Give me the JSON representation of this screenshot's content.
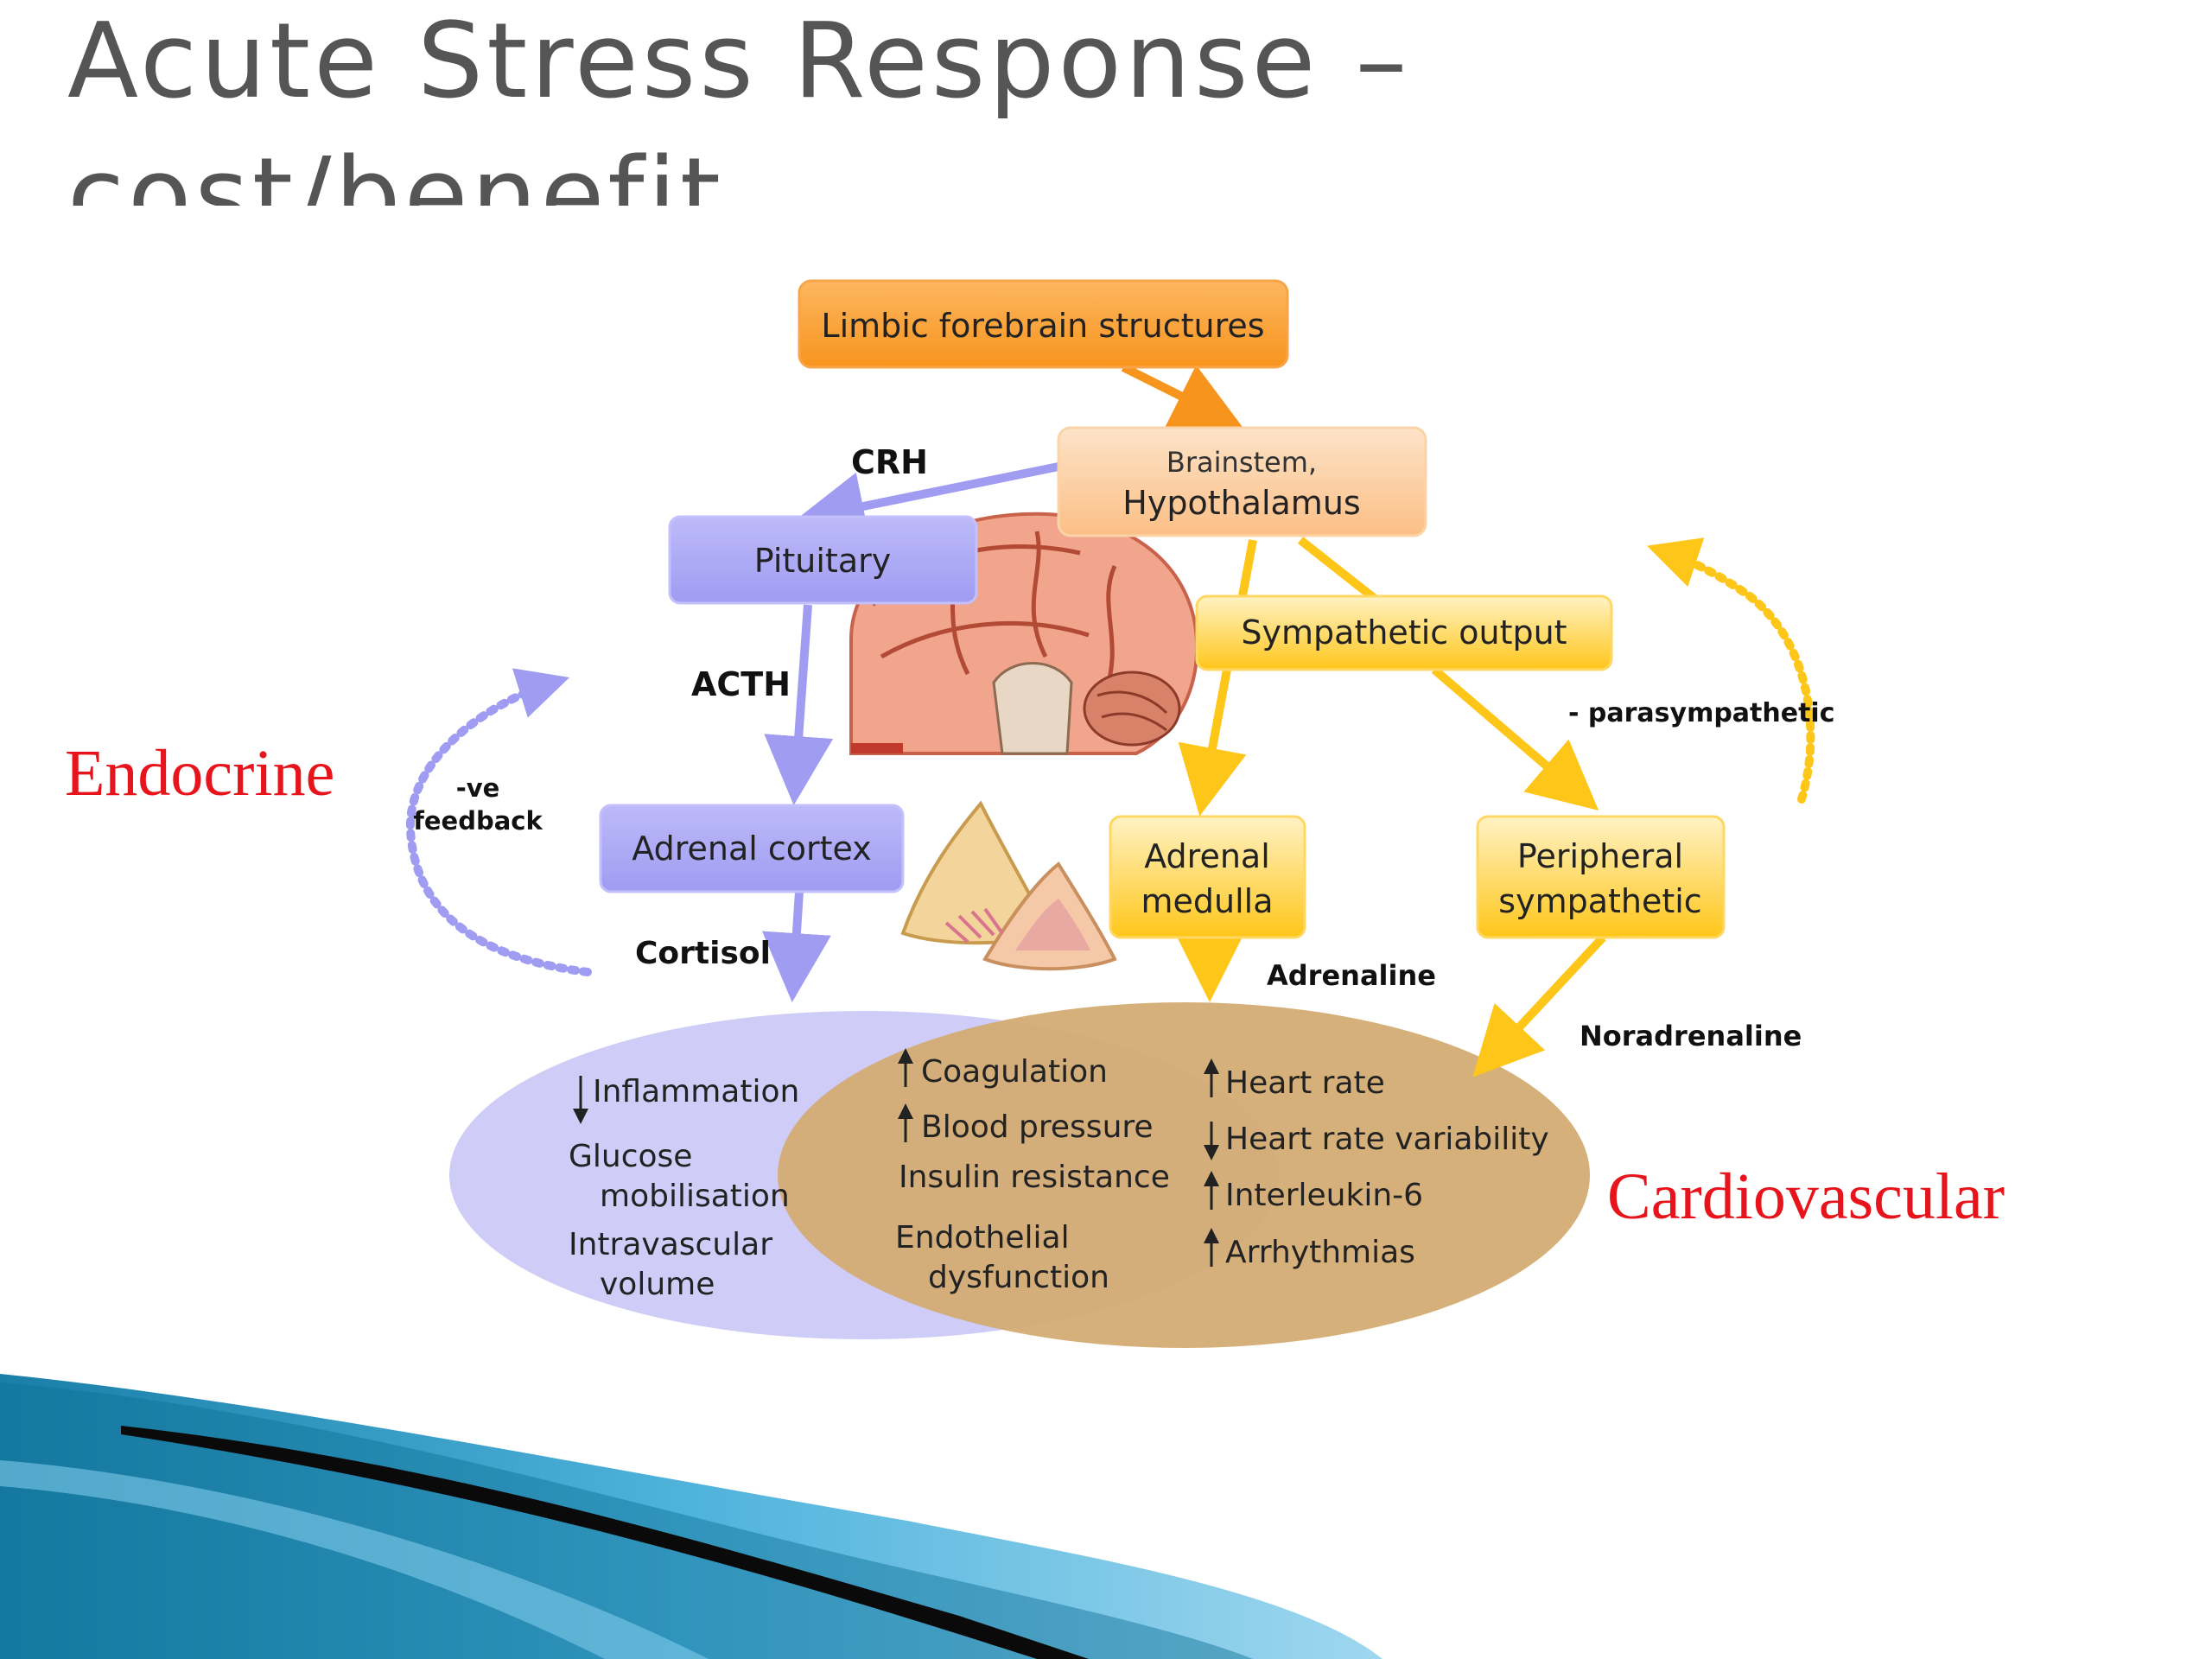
{
  "slide": {
    "title_line1": "Acute Stress Response –",
    "title_line2": "cost/benefit"
  },
  "side_labels": {
    "endocrine": "Endocrine",
    "cardiovascular": "Cardiovascular"
  },
  "nodes": {
    "limbic": "Limbic forebrain structures",
    "brainstem_line1": "Brainstem,",
    "brainstem_line2": "Hypothalamus",
    "pituitary": "Pituitary",
    "sympathetic_output": "Sympathetic output",
    "adrenal_cortex": "Adrenal cortex",
    "adrenal_medulla_line1": "Adrenal",
    "adrenal_medulla_line2": "medulla",
    "peripheral_line1": "Peripheral",
    "peripheral_line2": "sympathetic"
  },
  "edge_labels": {
    "crh": "CRH",
    "acth": "ACTH",
    "cortisol": "Cortisol",
    "adrenaline": "Adrenaline",
    "noradrenaline": "Noradrenaline",
    "parasympathetic": "- parasympathetic",
    "ve_feedback_line1": "-ve",
    "ve_feedback_line2": "feedback"
  },
  "effects": {
    "endocrine": {
      "inflammation": "Inflammation",
      "glucose_line1": "Glucose",
      "glucose_line2": "mobilisation",
      "intravascular_line1": "Intravascular",
      "intravascular_line2": "volume"
    },
    "shared": {
      "coagulation": "Coagulation",
      "blood_pressure": "Blood pressure",
      "insulin_resistance": "Insulin resistance",
      "endothelial_line1": "Endothelial",
      "endothelial_line2": "dysfunction"
    },
    "cardiovascular": {
      "heart_rate": "Heart rate",
      "hrv": "Heart rate variability",
      "il6": "Interleukin-6",
      "arrhythmias": "Arrhythmias"
    }
  },
  "colors": {
    "title": "#555555",
    "side_label": "#e8141c",
    "orange": "#f7941d",
    "brainstem": "#fcc99a",
    "purple": "#a7a3f6",
    "purple_arrow": "#9f9cf2",
    "yellow": "#ffc61a",
    "endocrine_ellipse": "#cfcdf8",
    "cardio_ellipse": "#d3aa70"
  }
}
